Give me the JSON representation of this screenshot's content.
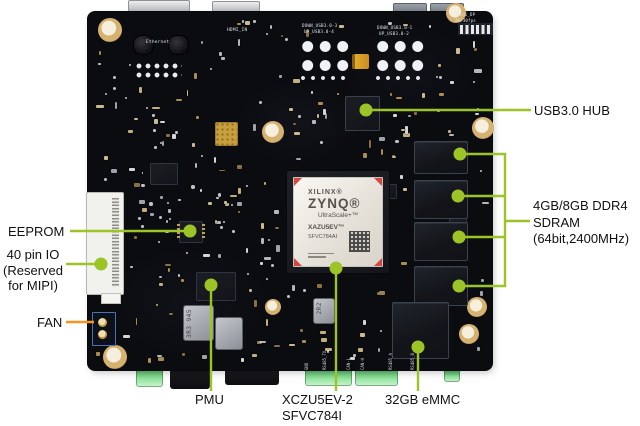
{
  "figure": {
    "kind": "annotated development board photo (top view)"
  },
  "colors": {
    "leader_green": "#9cc427",
    "leader_orange": "#f7941d",
    "board": "#0b0c10",
    "label_text": "#111111",
    "terminal_green": "#8ade92"
  },
  "annotations": {
    "usb_hub": {
      "text": "USB3.0 HUB"
    },
    "ddr4": {
      "line1": "4GB/8GB DDR4",
      "line2": "SDRAM",
      "line3": "(64bit,2400MHz)"
    },
    "eeprom": {
      "text": "EEPROM"
    },
    "io40": {
      "line1": "40 pin IO",
      "line2": "(Reserved",
      "line3": "for MIPI)"
    },
    "fan": {
      "text": "FAN"
    },
    "pmu": {
      "text": "PMU"
    },
    "soc": {
      "line1": "XCZU5EV-2",
      "line2": "SFVC784I"
    },
    "emmc": {
      "text": "32GB eMMC"
    }
  },
  "soc_chip": {
    "brand": "XILINX®",
    "series": "ZYNQ®",
    "family": "UltraScale+™",
    "part": "XAZU5EV™",
    "package_code": "SFVC784AI"
  },
  "silkscreen": {
    "ethernet": "Ethernet",
    "hdmi": "HDMI_IN",
    "usb_down3": "DOWN_USB3.0-3",
    "usb_up4": "UP_USB3.0-4",
    "usb_down1": "DOWN_USB3.0-1",
    "usb_up2": "UP_USB3.0-2",
    "minidp_line1": "mini_DP",
    "minidp_line2": "4K/30fps",
    "inductor_3r3_line1": "3R3",
    "inductor_3r3_line2": "945",
    "inductor_2r2": "2R2",
    "bottom_ports": [
      "GND",
      "RS485_TX",
      "CAN-L",
      "CAN-H",
      "RS485_A",
      "RS485_B"
    ]
  }
}
